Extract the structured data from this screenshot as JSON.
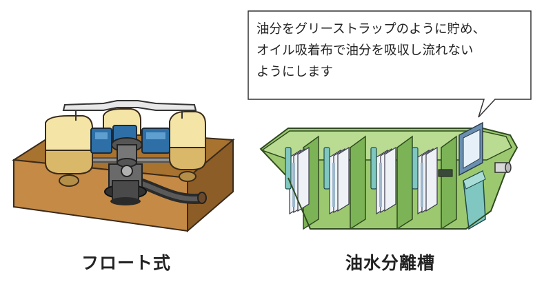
{
  "callout": {
    "lines": [
      "油分をグリーストラップのように貯め、",
      "オイル吸着布で油分を吸収し流れない",
      "ようにします"
    ]
  },
  "labels": {
    "float": "フロート式",
    "separator": "油水分離槽"
  },
  "colors": {
    "tank_green": "#9cc96f",
    "tank_dark": "#5e9a3c",
    "float_cream": "#f4e4a6",
    "float_blue": "#2d6fa6",
    "soil_brown": "#b07a3a",
    "water_teal": "#7fc7c0"
  }
}
